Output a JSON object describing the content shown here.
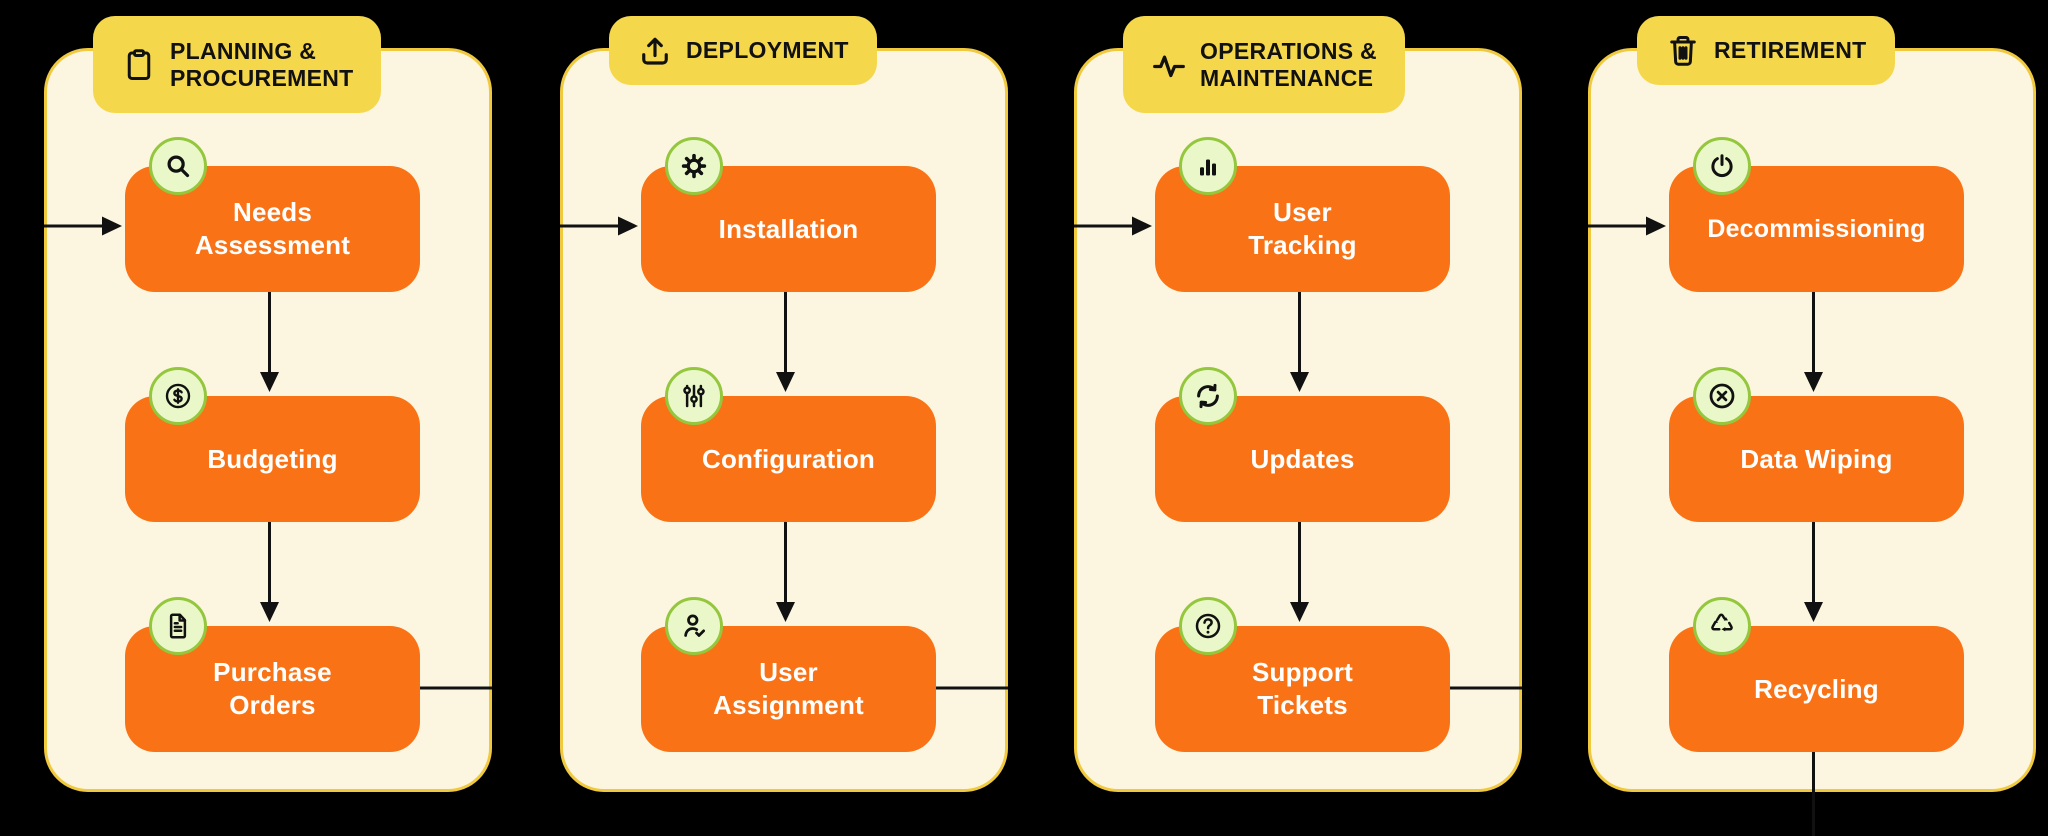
{
  "diagram": {
    "title_implied": "IT asset lifecycle flow",
    "background": "#000000",
    "colors": {
      "panel_fill": "#FCF6E0",
      "panel_border": "#F0C93E",
      "badge_fill": "#F5D74B",
      "step_fill": "#F97316",
      "step_text": "#FFFFFF",
      "icon_circle_fill": "#EAF8C9",
      "icon_circle_border": "#94C73D",
      "connector": "#111111",
      "header_text": "#111111"
    },
    "phases": [
      {
        "title1": "PLANNING &",
        "title2": "PROCUREMENT",
        "icon": "clipboard-icon",
        "steps": [
          {
            "icon": "search-icon",
            "label1": "Needs",
            "label2": "Assessment"
          },
          {
            "icon": "dollar-icon",
            "label1": "Budgeting",
            "label2": ""
          },
          {
            "icon": "document-icon",
            "label1": "Purchase",
            "label2": "Orders"
          }
        ]
      },
      {
        "title1": "DEPLOYMENT",
        "title2": "",
        "icon": "upload-icon",
        "steps": [
          {
            "icon": "gear-icon",
            "label1": "Installation",
            "label2": ""
          },
          {
            "icon": "sliders-icon",
            "label1": "Configuration",
            "label2": ""
          },
          {
            "icon": "user-check-icon",
            "label1": "User",
            "label2": "Assignment"
          }
        ]
      },
      {
        "title1": "OPERATIONS &",
        "title2": "MAINTENANCE",
        "icon": "activity-icon",
        "steps": [
          {
            "icon": "bar-chart-icon",
            "label1": "User",
            "label2": "Tracking"
          },
          {
            "icon": "refresh-icon",
            "label1": "Updates",
            "label2": ""
          },
          {
            "icon": "question-icon",
            "label1": "Support",
            "label2": "Tickets"
          }
        ]
      },
      {
        "title1": "RETIREMENT",
        "title2": "",
        "icon": "trash-icon",
        "steps": [
          {
            "icon": "power-icon",
            "label1": "Decommissioning",
            "label2": ""
          },
          {
            "icon": "x-circle-icon",
            "label1": "Data Wiping",
            "label2": ""
          },
          {
            "icon": "recycle-icon",
            "label1": "Recycling",
            "label2": ""
          }
        ]
      }
    ]
  }
}
